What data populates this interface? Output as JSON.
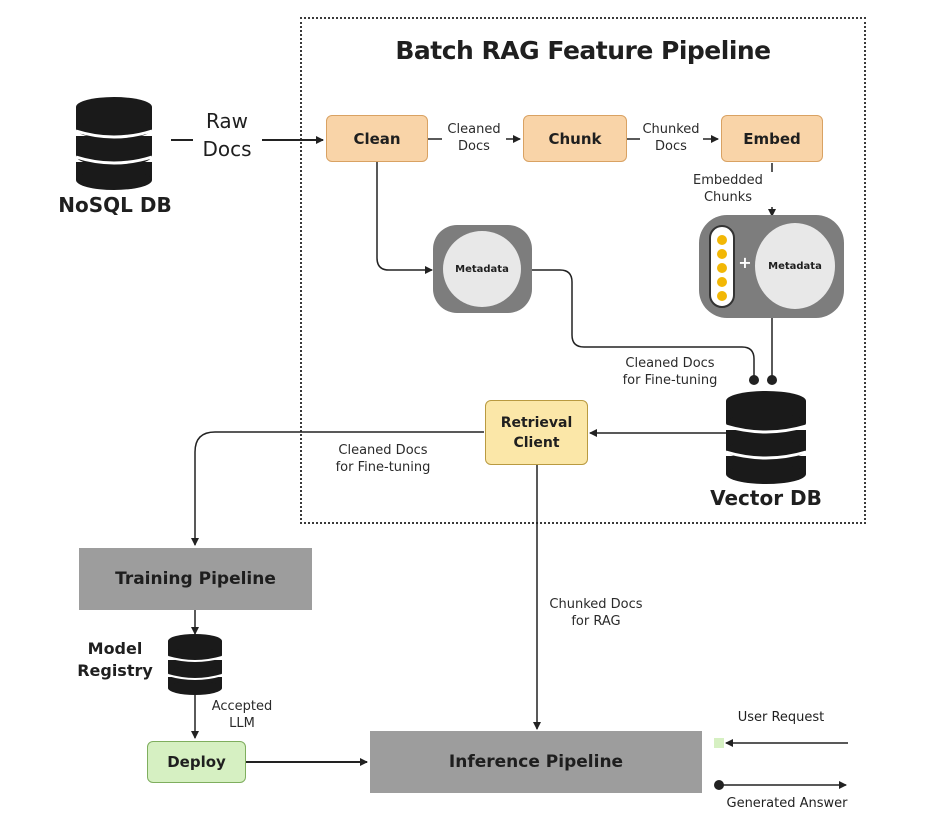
{
  "title": "Batch RAG Feature Pipeline",
  "nodes": {
    "nosql_db": "NoSQL DB",
    "clean": "Clean",
    "chunk": "Chunk",
    "embed": "Embed",
    "metadata_left": "Metadata",
    "metadata_right": "Metadata",
    "plus": "+",
    "vector_db": "Vector DB",
    "retrieval_client_line1": "Retrieval",
    "retrieval_client_line2": "Client",
    "training_pipeline": "Training Pipeline",
    "model_registry_line1": "Model",
    "model_registry_line2": "Registry",
    "deploy": "Deploy",
    "inference_pipeline": "Inference Pipeline"
  },
  "edges": {
    "raw_docs_line1": "Raw",
    "raw_docs_line2": "Docs",
    "cleaned_docs_line1": "Cleaned",
    "cleaned_docs_line2": "Docs",
    "chunked_docs_line1": "Chunked",
    "chunked_docs_line2": "Docs",
    "embedded_chunks_line1": "Embedded",
    "embedded_chunks_line2": "Chunks",
    "finetune_db_line1": "Cleaned Docs",
    "finetune_db_line2": "for Fine-tuning",
    "finetune_train_line1": "Cleaned Docs",
    "finetune_train_line2": "for Fine-tuning",
    "rag_line1": "Chunked Docs",
    "rag_line2": "for RAG",
    "accepted_llm_line1": "Accepted",
    "accepted_llm_line2": "LLM"
  },
  "legend": {
    "user_request": "User Request",
    "generated_answer": "Generated Answer"
  },
  "colors": {
    "stage_orange": "#f9d4a8",
    "retrieval_yellow": "#fbe7a8",
    "deploy_green": "#d6f0c2",
    "pipeline_grey": "#9d9d9d",
    "embedding_dot": "#f2b705"
  }
}
